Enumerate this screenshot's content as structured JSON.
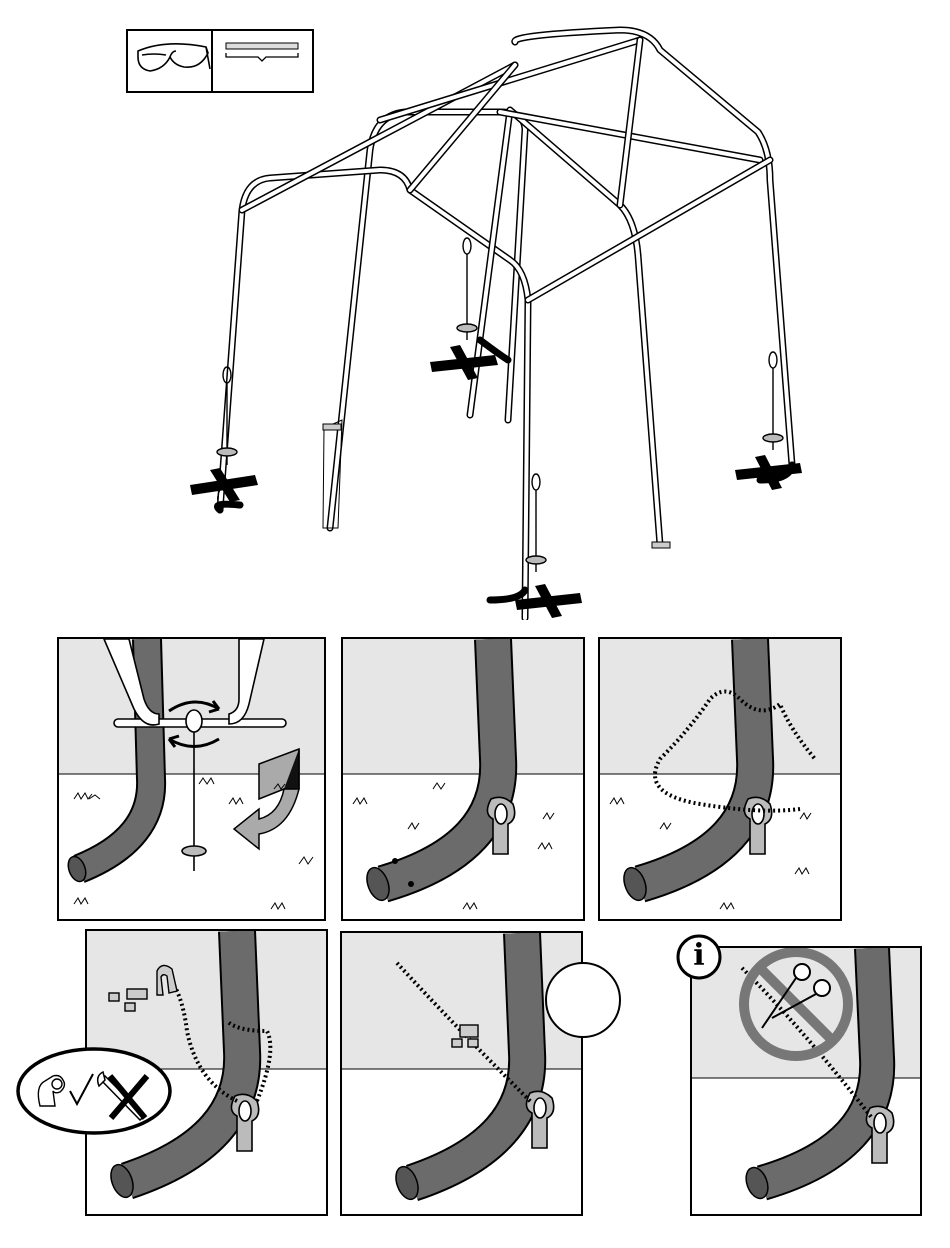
{
  "page": {
    "background_color": "#ffffff",
    "ink_color": "#000000",
    "ground_wall_color": "#e6e6e6",
    "pipe_color": "#6b6b6b",
    "anchor_color": "#b8b8b8"
  },
  "tools_box": {
    "icons": [
      "safety-glasses-icon",
      "rope-length-icon"
    ]
  },
  "frame_diagram": {
    "anchor_marks": [
      "x-mark-icon",
      "x-mark-icon",
      "x-mark-icon",
      "x-mark-icon"
    ],
    "anchors": [
      "auger-anchor-icon",
      "auger-anchor-icon",
      "auger-anchor-icon",
      "auger-anchor-icon"
    ]
  },
  "steps": [
    {
      "id": "step-1",
      "icons": [
        "hands-icon",
        "rotate-arrow-icon",
        "auger-anchor-icon",
        "turn-arrow-icon"
      ]
    },
    {
      "id": "step-2",
      "icons": [
        "anchor-loop-icon"
      ]
    },
    {
      "id": "step-3",
      "icons": [
        "rope-icon",
        "anchor-loop-icon"
      ]
    },
    {
      "id": "step-4",
      "icons": [
        "rope-clamp-icon",
        "hand-ok-icon",
        "check-icon",
        "wrench-icon",
        "x-icon"
      ]
    },
    {
      "id": "step-5",
      "icons": [
        "rope-clamp-icon",
        "blank-callout-circle"
      ]
    },
    {
      "id": "step-6",
      "info_letter": "i",
      "icons": [
        "info-icon",
        "prohibited-icon",
        "scissors-icon"
      ]
    }
  ]
}
